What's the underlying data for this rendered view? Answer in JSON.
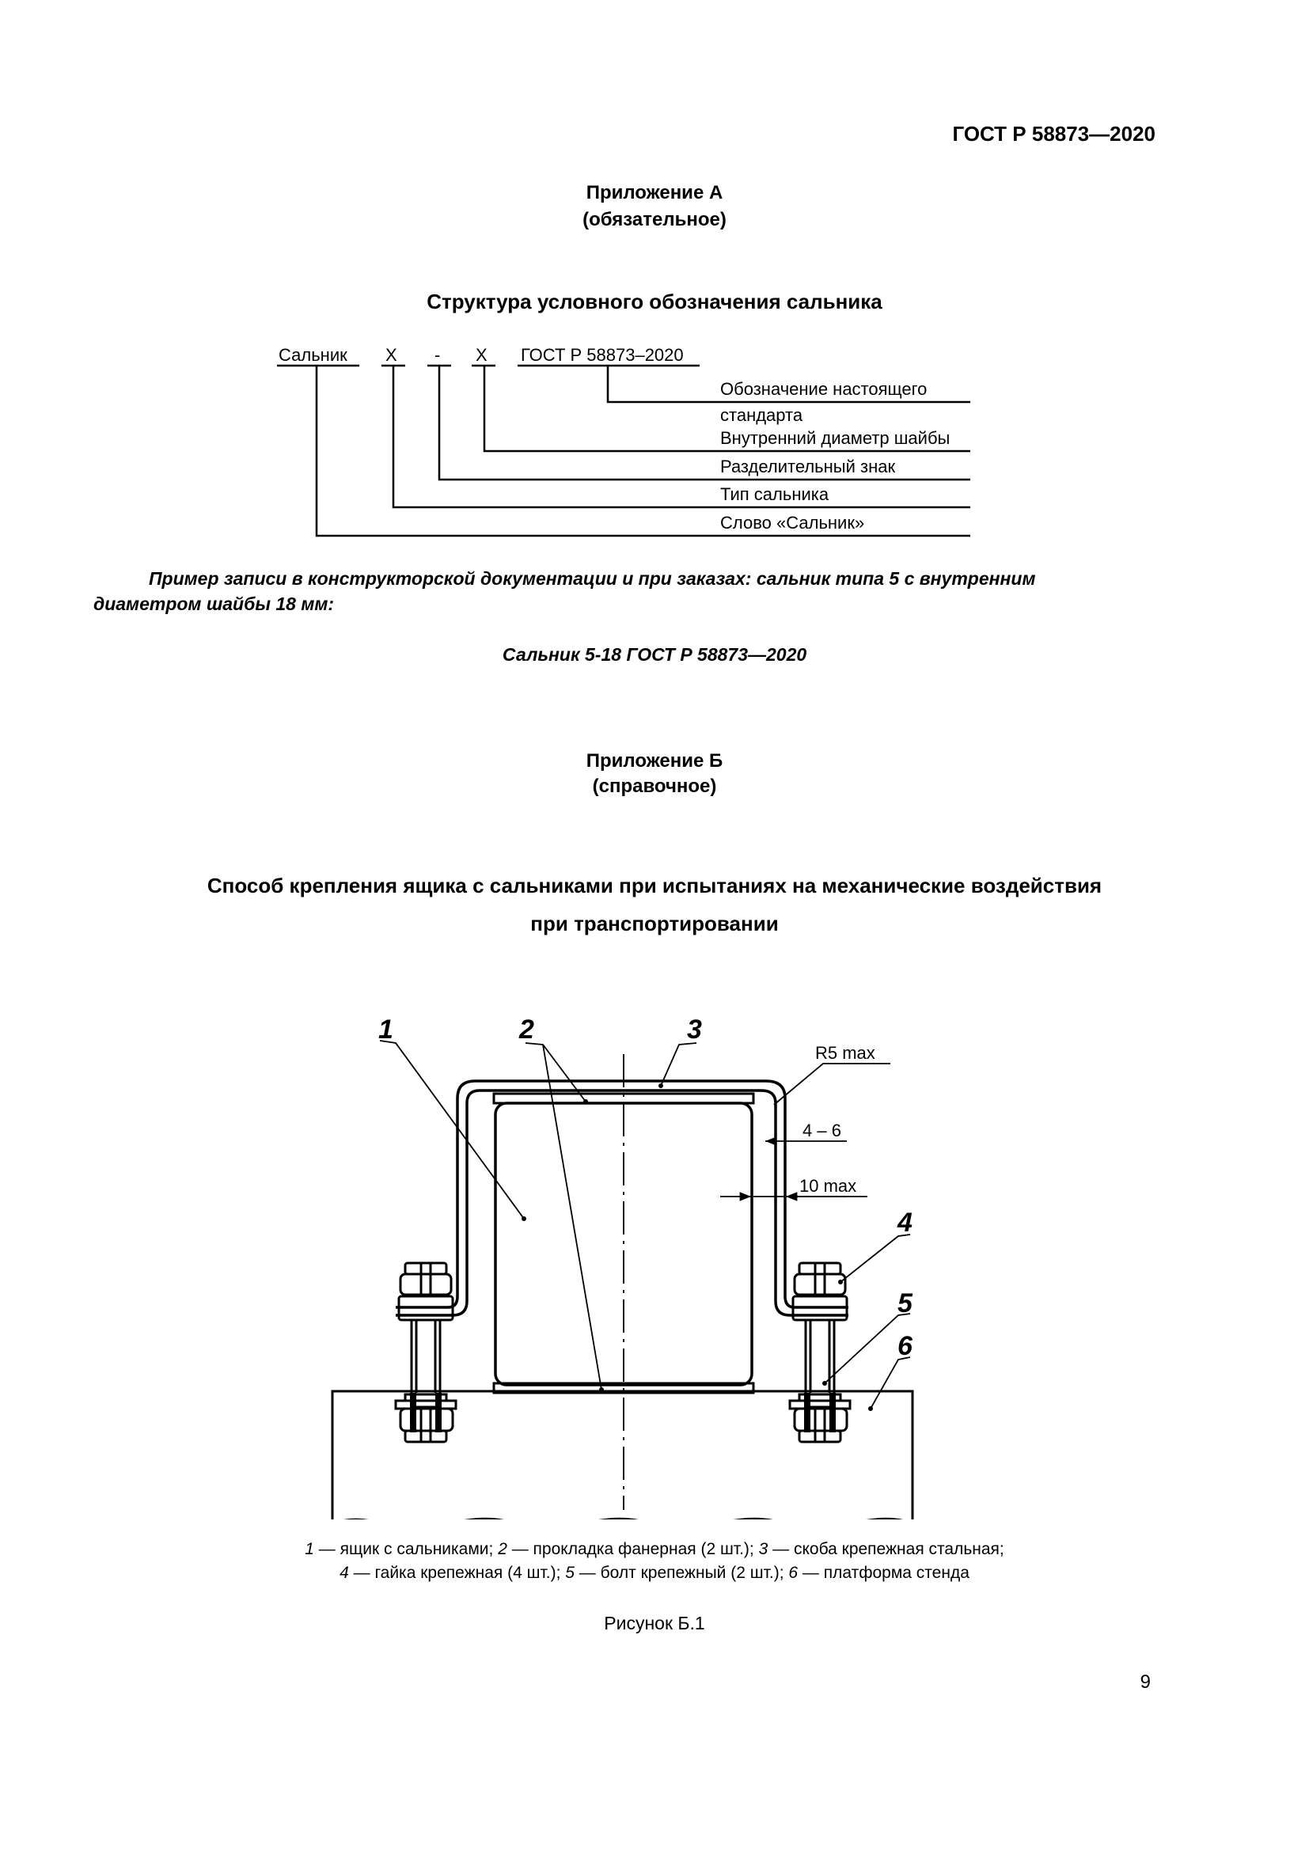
{
  "header": {
    "standard_code": "ГОСТ Р 58873—2020"
  },
  "appendix_a": {
    "title": "Приложение А",
    "status": "(обязательное)",
    "heading": "Структура условного обозначения сальника",
    "designation": {
      "word": "Сальник",
      "type_mark": "X",
      "separator": "-",
      "diameter_mark": "X",
      "standard": "ГОСТ Р 58873–2020",
      "labels": {
        "standard_line1": "Обозначение настоящего",
        "standard_line2": "стандарта",
        "diameter": "Внутренний диаметр шайбы",
        "separator": "Разделительный знак",
        "type": "Тип сальника",
        "word": "Слово «Сальник»"
      }
    },
    "example_line1": "Пример записи в конструкторской документации и при заказах: сальник типа 5 с внутренним",
    "example_line2": "диаметром шайбы 18 мм:",
    "example_designation": "Сальник 5-18 ГОСТ Р 58873—2020"
  },
  "appendix_b": {
    "title": "Приложение Б",
    "status": "(справочное)",
    "heading_line1": "Способ крепления ящика с сальниками при испытаниях на механические воздействия",
    "heading_line2": "при транспортировании",
    "figure": {
      "callouts": [
        "1",
        "2",
        "3",
        "4",
        "5",
        "6"
      ],
      "dim_radius": "R5 max",
      "dim_gap": "4 – 6",
      "dim_max": "10 max",
      "legend_line1": [
        {
          "num": "1",
          "text": " — ящик с сальниками; "
        },
        {
          "num": "2",
          "text": " — прокладка фанерная (2 шт.); "
        },
        {
          "num": "3",
          "text": " — скоба крепежная стальная;"
        }
      ],
      "legend_line2": [
        {
          "num": "4",
          "text": " — гайка крепежная (4 шт.); "
        },
        {
          "num": "5",
          "text": " — болт крепежный (2 шт.); "
        },
        {
          "num": "6",
          "text": " — платформа стенда"
        }
      ],
      "caption": "Рисунок Б.1"
    }
  },
  "footer": {
    "page_number": "9"
  }
}
